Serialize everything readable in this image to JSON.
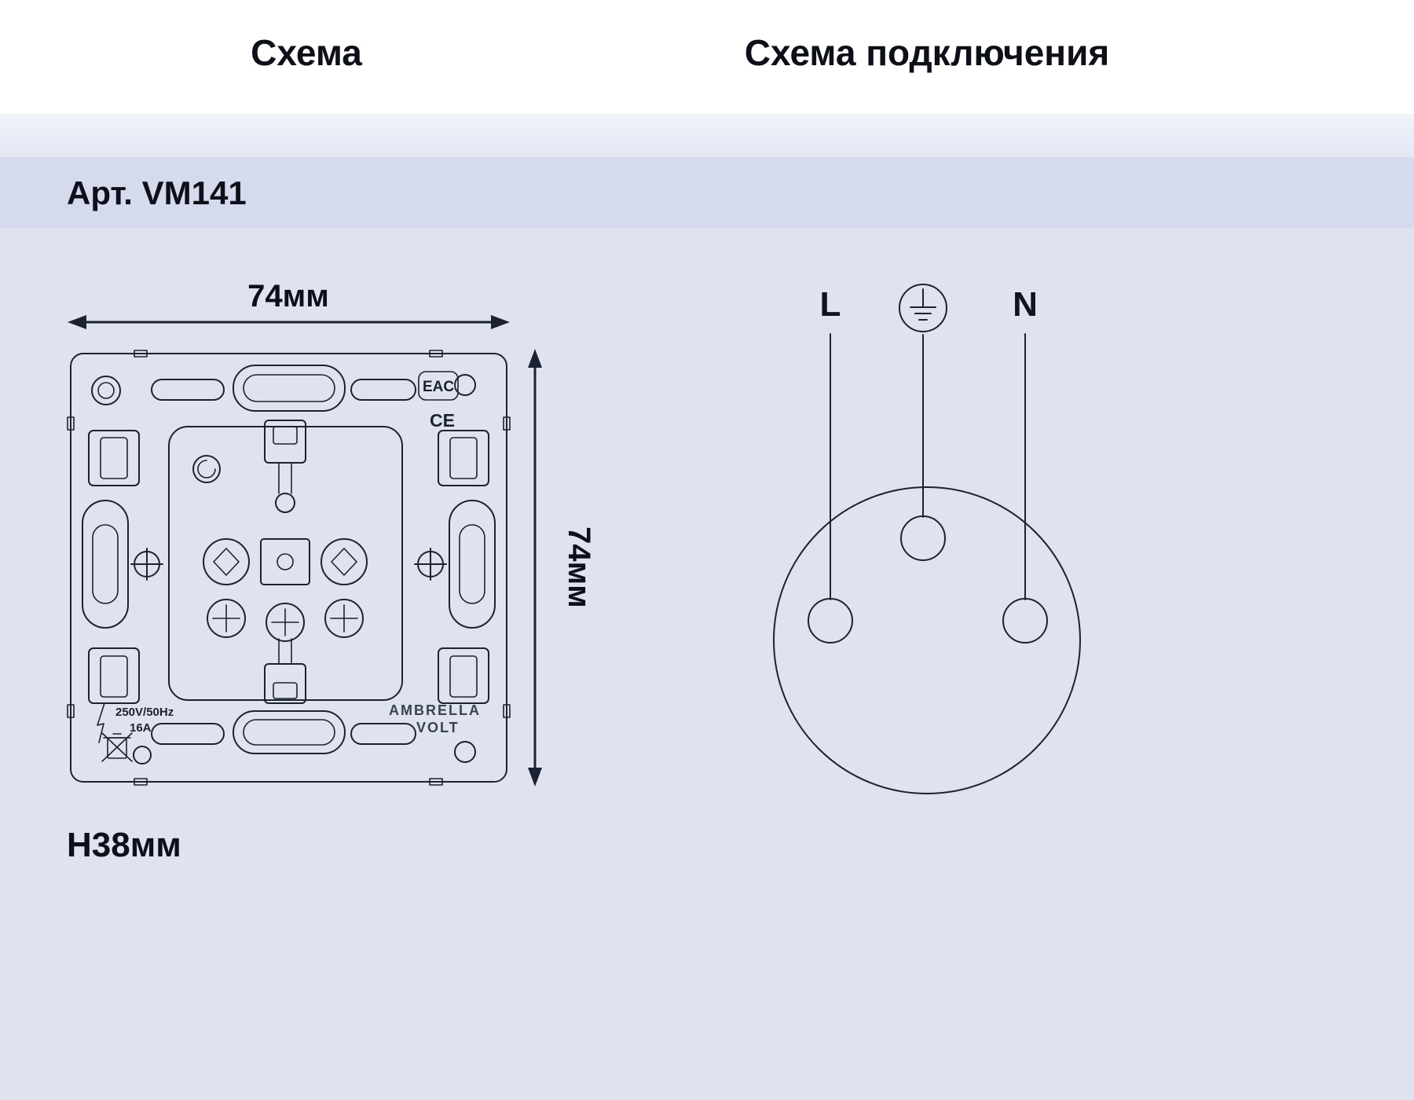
{
  "headers": {
    "left": "Схема",
    "right": "Схема подключения"
  },
  "product": {
    "article": "Арт. VM141",
    "width_label": "74мм",
    "height_label": "74мм",
    "depth_label": "H38мм"
  },
  "mechanism_markings": {
    "rating_voltage": "250V/50Hz",
    "rating_current": "16A",
    "brand_line1": "AMBRELLA",
    "brand_line2": "VOLT",
    "cert_eac": "EAC",
    "cert_ce": "CE"
  },
  "wiring": {
    "live": "L",
    "neutral": "N"
  },
  "colors": {
    "page_bg": "#ffffff",
    "panel_bg": "#dfe3f0",
    "band_light": "#e9ecf6",
    "band_article": "#d5dbec",
    "line": "#1c2231",
    "text": "#0d1019"
  }
}
